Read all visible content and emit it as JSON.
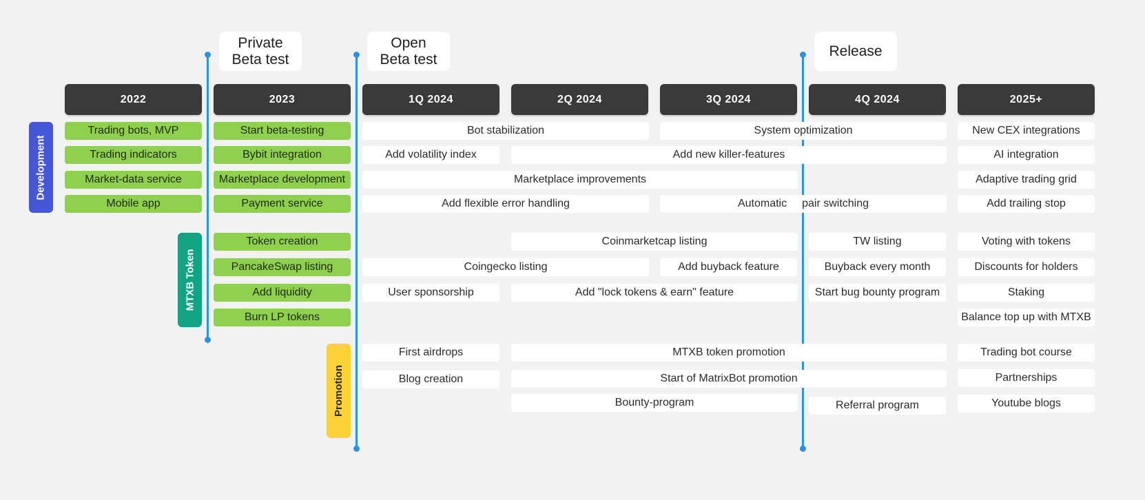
{
  "milestones": {
    "private": "Private\nBeta test",
    "open": "Open\nBeta test",
    "release": "Release"
  },
  "columns": [
    "2022",
    "2023",
    "1Q 2024",
    "2Q 2024",
    "3Q 2024",
    "4Q 2024",
    "2025+"
  ],
  "sections": {
    "development": "Development",
    "token": "MTXB Token",
    "promotion": "Promotion"
  },
  "colors": {
    "green": "#8fd14f",
    "timeline": "#2f8fe0",
    "development": "#4656d8",
    "token": "#12a383",
    "promotion": "#fdd13a"
  },
  "development": {
    "r1": [
      "Trading bots, MVP",
      "Start beta-testing",
      "Bot stabilization",
      "System optimization",
      "New CEX integrations"
    ],
    "r2": [
      "Trading indicators",
      "Bybit integration",
      "Add volatility index",
      "Add new killer-features",
      "AI integration"
    ],
    "r3": [
      "Market-data service",
      "Marketplace development",
      "Marketplace improvements",
      "Adaptive trading grid"
    ],
    "r4": [
      "Mobile app",
      "Payment service",
      "Add flexible error handling",
      "Automatic",
      "pair switching",
      "Add trailing stop"
    ]
  },
  "token": {
    "r1": [
      "Token creation",
      "Coinmarketcap listing",
      "TW listing",
      "Voting with tokens"
    ],
    "r2": [
      "PancakeSwap listing",
      "Coingecko listing",
      "Add buyback feature",
      "Buyback every month",
      "Discounts for holders"
    ],
    "r3": [
      "Add liquidity",
      "User sponsorship",
      "Add \"lock tokens & earn\" feature",
      "Start bug bounty program",
      "Staking"
    ],
    "r4": [
      "Burn LP tokens",
      "Balance top up with MTXB"
    ]
  },
  "promotion": {
    "r1": [
      "First airdrops",
      "MTXB token promotion",
      "Trading bot course"
    ],
    "r2": [
      "Blog creation",
      "Start of MatrixBot promotion",
      "Partnerships"
    ],
    "r3": [
      "Bounty-program",
      "Referral program",
      "Youtube blogs"
    ]
  }
}
